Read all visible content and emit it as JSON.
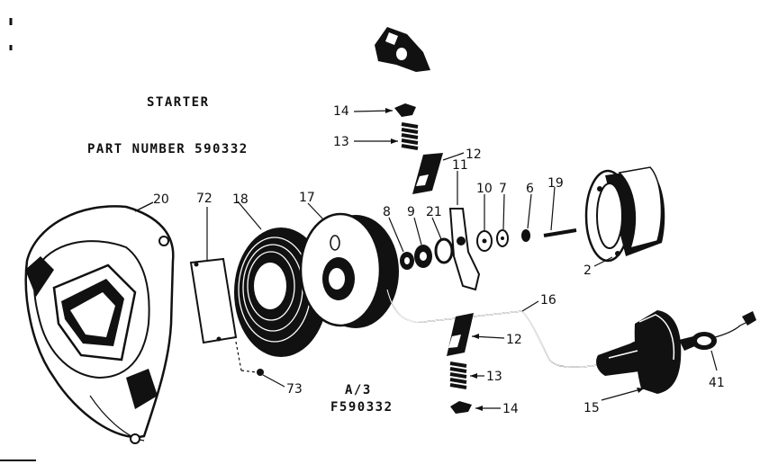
{
  "title": "STARTER",
  "part_number": "PART NUMBER 590332",
  "drawing_id": "A/3",
  "drawing_number": "F590332",
  "callouts": {
    "c20": "20",
    "c72": "72",
    "c18": "18",
    "c17": "17",
    "c14a": "14",
    "c13a": "13",
    "c12a": "12",
    "c11": "11",
    "c8": "8",
    "c9": "9",
    "c21": "21",
    "c10": "10",
    "c7": "7",
    "c6": "6",
    "c19": "19",
    "c2": "2",
    "c16": "16",
    "c12b": "12",
    "c13b": "13",
    "c14b": "14",
    "c15": "15",
    "c41": "41",
    "c73": "73"
  }
}
